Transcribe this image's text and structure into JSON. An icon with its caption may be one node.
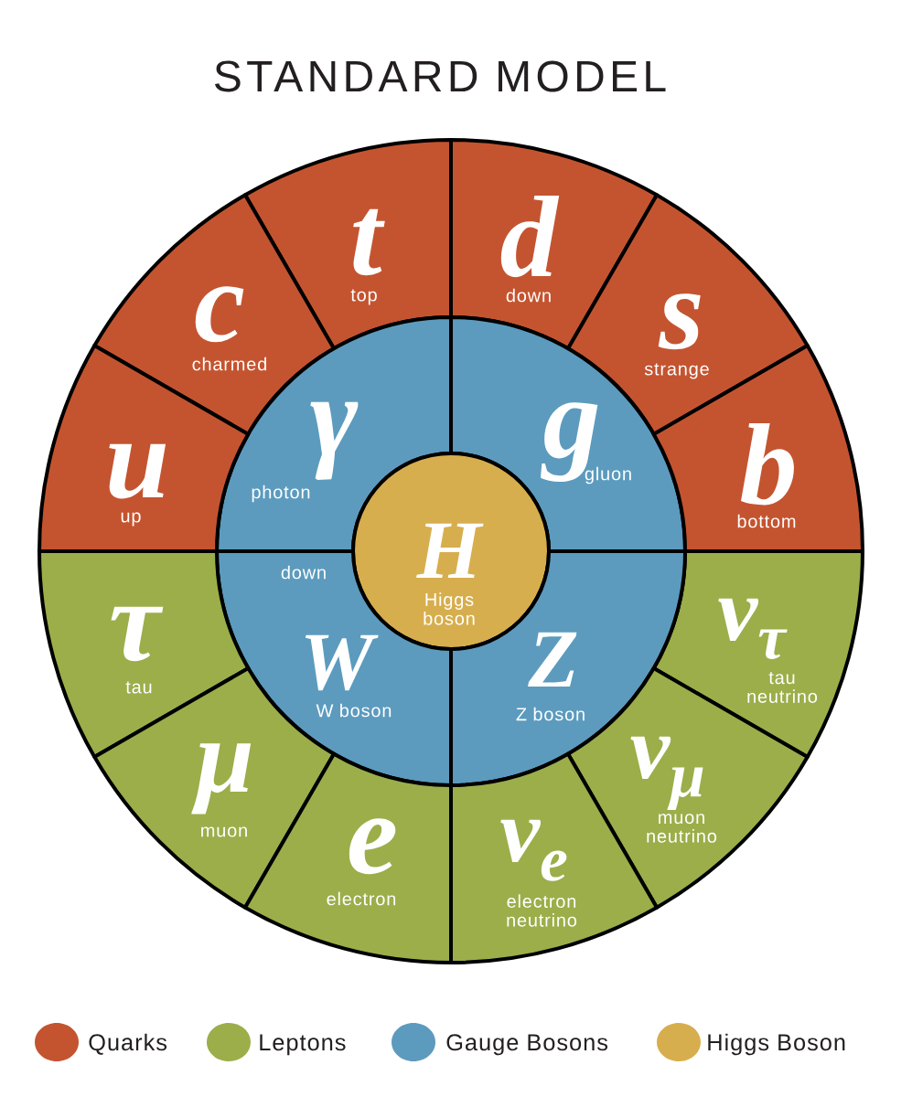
{
  "diagram": {
    "title": "STANDARD MODEL",
    "nodes": [
      {
        "text": [
          "t",
          "top"
        ]
      },
      {
        "text": [
          "d",
          "down"
        ]
      },
      {
        "text": [
          "c",
          "charmed"
        ]
      },
      {
        "text": [
          "s",
          "strange"
        ]
      },
      {
        "text": [
          "γ",
          "photon"
        ]
      },
      {
        "text": [
          "g",
          "gluon"
        ]
      },
      {
        "text": [
          "u",
          "up"
        ]
      },
      {
        "text": [
          "b",
          "bottom"
        ]
      },
      {
        "text": [
          "H",
          "Higgs boson"
        ]
      },
      {
        "text": [
          "down",
          "W",
          "W boson"
        ]
      },
      {
        "text": [
          "τ",
          "tau"
        ]
      },
      {
        "text": [
          "ν$_{τ}$",
          "tau neutrino"
        ]
      },
      {
        "text": [
          "Z",
          "Z boson"
        ]
      },
      {
        "text": [
          "μ",
          "muon"
        ]
      },
      {
        "text": [
          "ν$_{μ}$",
          "muon neutrino"
        ]
      },
      {
        "text": [
          "e",
          "electron"
        ]
      },
      {
        "text": [
          "ν$_{e}$",
          "electron neutrino"
        ]
      }
    ],
    "legend": [
      {
        "text": "Quarks",
        "color": "#c45430"
      },
      {
        "text": "Leptons",
        "color": "#9bae4a"
      },
      {
        "text": "Gauge Bosons",
        "color": "#5c9bbe"
      },
      {
        "text": "Higgs Boson",
        "color": "#d7ae4e"
      }
    ]
  }
}
